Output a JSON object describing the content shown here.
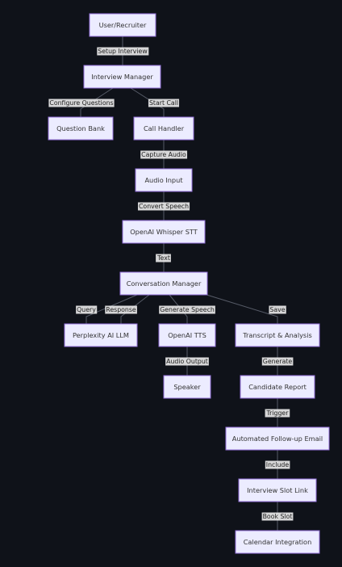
{
  "diagram": {
    "type": "flowchart",
    "nodes": [
      {
        "id": "user",
        "label": "User/Recruiter"
      },
      {
        "id": "im",
        "label": "Interview Manager"
      },
      {
        "id": "qb",
        "label": "Question Bank"
      },
      {
        "id": "ch",
        "label": "Call Handler"
      },
      {
        "id": "ai",
        "label": "Audio Input"
      },
      {
        "id": "stt",
        "label": "OpenAI Whisper STT"
      },
      {
        "id": "cm",
        "label": "Conversation Manager"
      },
      {
        "id": "llm",
        "label": "Perplexity AI LLM"
      },
      {
        "id": "tts",
        "label": "OpenAI TTS"
      },
      {
        "id": "ta",
        "label": "Transcript & Analysis"
      },
      {
        "id": "spk",
        "label": "Speaker"
      },
      {
        "id": "cr",
        "label": "Candidate Report"
      },
      {
        "id": "email",
        "label": "Automated Follow-up Email"
      },
      {
        "id": "slot",
        "label": "Interview Slot Link"
      },
      {
        "id": "cal",
        "label": "Calendar Integration"
      }
    ],
    "edges": [
      {
        "from": "user",
        "to": "im",
        "label": "Setup Interview"
      },
      {
        "from": "im",
        "to": "qb",
        "label": "Configure Questions"
      },
      {
        "from": "im",
        "to": "ch",
        "label": "Start Call"
      },
      {
        "from": "ch",
        "to": "ai",
        "label": "Capture Audio"
      },
      {
        "from": "ai",
        "to": "stt",
        "label": "Convert Speech"
      },
      {
        "from": "stt",
        "to": "cm",
        "label": "Text"
      },
      {
        "from": "cm",
        "to": "llm",
        "label": "Query"
      },
      {
        "from": "llm",
        "to": "cm",
        "label": "Response"
      },
      {
        "from": "cm",
        "to": "tts",
        "label": "Generate Speech"
      },
      {
        "from": "cm",
        "to": "ta",
        "label": "Save"
      },
      {
        "from": "tts",
        "to": "spk",
        "label": "Audio Output"
      },
      {
        "from": "ta",
        "to": "cr",
        "label": "Generate"
      },
      {
        "from": "cr",
        "to": "email",
        "label": "Trigger"
      },
      {
        "from": "email",
        "to": "slot",
        "label": "Include"
      },
      {
        "from": "slot",
        "to": "cal",
        "label": "Book Slot"
      }
    ]
  }
}
